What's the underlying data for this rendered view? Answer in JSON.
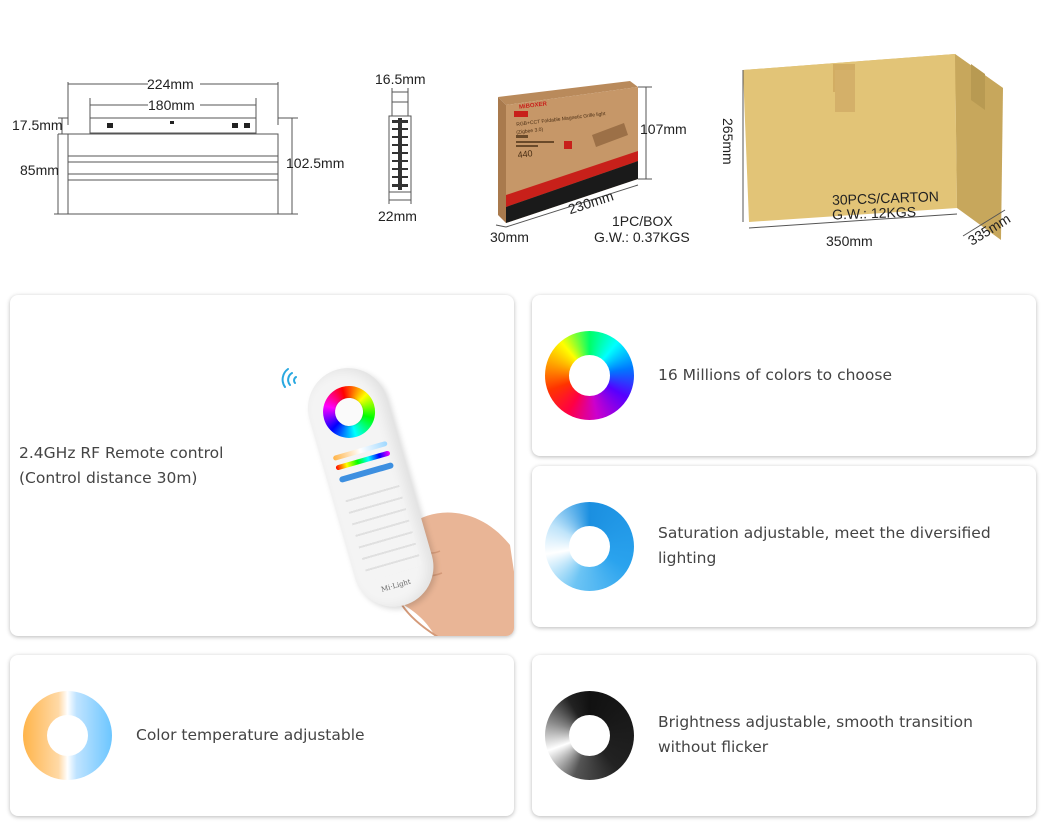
{
  "specs": {
    "fixture": {
      "overall_length": "224mm",
      "inner_length": "180mm",
      "top_height": "17.5mm",
      "body_height": "85mm",
      "total_height": "102.5mm"
    },
    "side_profile": {
      "top_width": "16.5mm",
      "bottom_width": "22mm"
    },
    "product_box": {
      "height": "107mm",
      "length": "230mm",
      "depth": "30mm",
      "quantity": "1PC/BOX",
      "weight": "G.W.: 0.37KGS",
      "brand": "MiBOXER",
      "print_line1": "RGB+CCT Foldable Magnetic Grille light",
      "print_line2": "(Zigbee 3.0)",
      "print_model": "440"
    },
    "carton": {
      "height": "265mm",
      "length": "350mm",
      "depth": "335mm",
      "quantity": "30PCS/CARTON",
      "weight": "G.W.: 12KGS"
    }
  },
  "features": {
    "remote": {
      "line1": "2.4GHz RF Remote control",
      "line2": "(Control distance 30m)",
      "remote_brand": "Mi·Light"
    },
    "colors": {
      "text": "16 Millions of colors to choose"
    },
    "saturation": {
      "text": "Saturation adjustable, meet the diversified lighting"
    },
    "temperature": {
      "text": "Color temperature adjustable"
    },
    "brightness": {
      "text": "Brightness adjustable, smooth transition without flicker"
    }
  },
  "colors": {
    "card_shadow": "#c8c8c8",
    "carton": "#e2c477",
    "box_kraft": "#c69768",
    "box_red": "#c8201a"
  }
}
